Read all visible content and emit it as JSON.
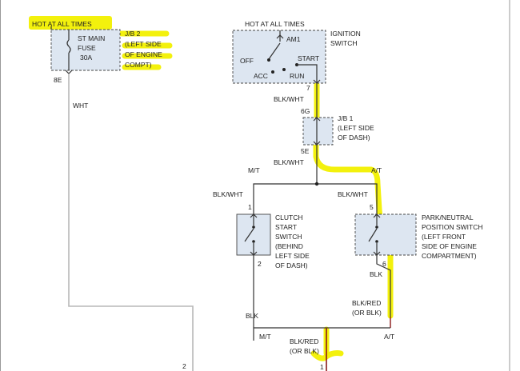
{
  "colors": {
    "highlight": "#f2f000",
    "component_fill": "#dde6f1",
    "wire": "#333333",
    "wht_wire": "#b8b8b8",
    "blk_red_wire": "#8b1a1a"
  },
  "st_main_fuse": {
    "supply_label": "HOT AT ALL TIMES",
    "fuse_line1": "ST MAIN",
    "fuse_line2": "FUSE",
    "fuse_line3": "30A",
    "jb_line1": "J/B 2",
    "jb_line2": "(LEFT SIDE",
    "jb_line3": "OF ENGINE",
    "jb_line4": "COMPT)",
    "pin": "8E",
    "wire_color": "WHT"
  },
  "ignition_switch": {
    "supply_label": "HOT AT ALL TIMES",
    "name_line1": "IGNITION",
    "name_line2": "SWITCH",
    "am1": "AM1",
    "off": "OFF",
    "start": "START",
    "acc": "ACC",
    "run": "RUN",
    "pin": "7",
    "wire_color": "BLK/WHT"
  },
  "jb1": {
    "pin_top": "6G",
    "pin_bottom": "5E",
    "line1": "J/B 1",
    "line2": "(LEFT SIDE",
    "line3": "OF DASH)",
    "wire_color": "BLK/WHT"
  },
  "branch": {
    "mt": "M/T",
    "at": "A/T"
  },
  "clutch_start_switch": {
    "wire_in": "BLK/WHT",
    "pin_in": "1",
    "pin_out": "2",
    "line1": "CLUTCH",
    "line2": "START",
    "line3": "SWITCH",
    "line4": "(BEHIND",
    "line5": "LEFT SIDE",
    "line6": "OF DASH)",
    "wire_out": "BLK"
  },
  "park_neutral_switch": {
    "wire_in": "BLK/WHT",
    "pin_in": "5",
    "pin_out": "6",
    "line1": "PARK/NEUTRAL",
    "line2": "POSITION SWITCH",
    "line3": "(LEFT FRONT",
    "line4": "SIDE OF ENGINE",
    "line5": "COMPARTMENT)",
    "wire_out": "BLK",
    "wire_out2_line1": "BLK/RED",
    "wire_out2_line2": "(OR BLK)"
  },
  "merge": {
    "mt": "M/T",
    "at": "A/T",
    "wire_line1": "BLK/RED",
    "wire_line2": "(OR BLK)",
    "pin": "1",
    "left_pin": "2"
  }
}
